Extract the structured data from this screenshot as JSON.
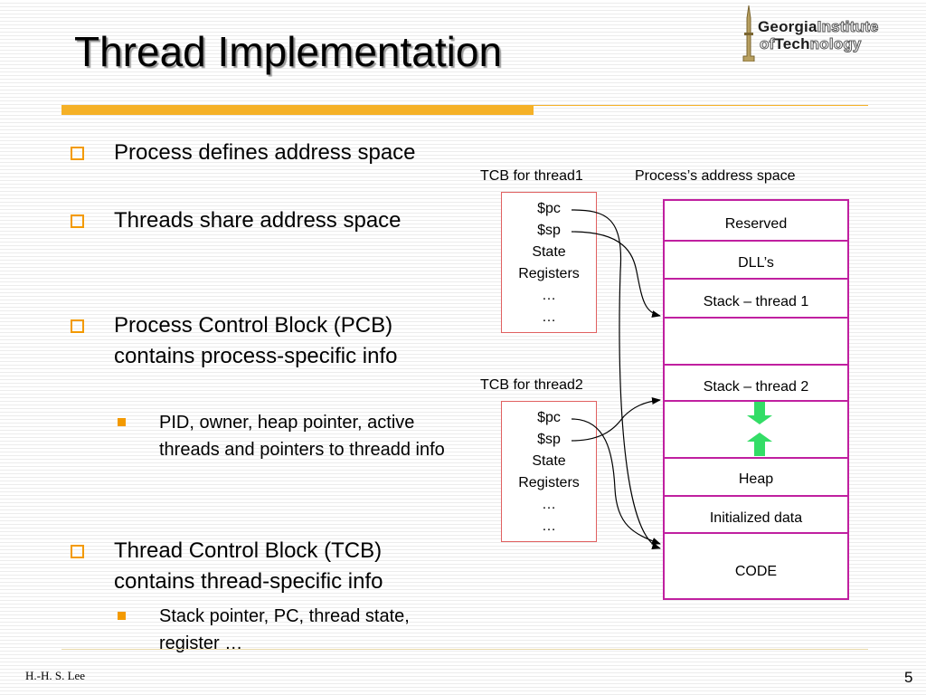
{
  "slide": {
    "title": "Thread Implementation",
    "logo": {
      "line1_bold": "Georgia",
      "line1_outline": "Institute",
      "line2_outline_a": "of",
      "line2_bold": "Tech",
      "line2_outline_b": "nology"
    },
    "bullets": [
      {
        "text": "Process defines address space"
      },
      {
        "text": "Threads share address space"
      },
      {
        "text": "Process Control Block (PCB) contains process-specific info"
      },
      {
        "text": "Thread Control Block (TCB) contains thread-specific info"
      }
    ],
    "subbullets": [
      {
        "text": "PID, owner, heap pointer, active threads and pointers to threadd info"
      },
      {
        "text": "Stack pointer, PC, thread state, register …"
      }
    ],
    "footer_author": "H.-H. S. Lee",
    "page_number": "5"
  },
  "diagram": {
    "tcb1": {
      "label": "TCB for thread1",
      "lines": [
        "$pc",
        "$sp",
        "State",
        "Registers",
        "…",
        "…"
      ]
    },
    "tcb2": {
      "label": "TCB for thread2",
      "lines": [
        "$pc",
        "$sp",
        "State",
        "Registers",
        "…",
        "…"
      ]
    },
    "address_space_label": "Process’s address space",
    "segments": {
      "reserved": "Reserved",
      "dlls": "DLL’s",
      "stack1": "Stack – thread 1",
      "stack2": "Stack – thread 2",
      "heap": "Heap",
      "init_data": "Initialized data",
      "code": "CODE"
    },
    "colors": {
      "segment_border": "#c020a0",
      "tcb_border": "#e06060",
      "growth_arrow": "#33dd66",
      "bullet": "#f39a00",
      "title_rule": "#f5b127"
    }
  }
}
